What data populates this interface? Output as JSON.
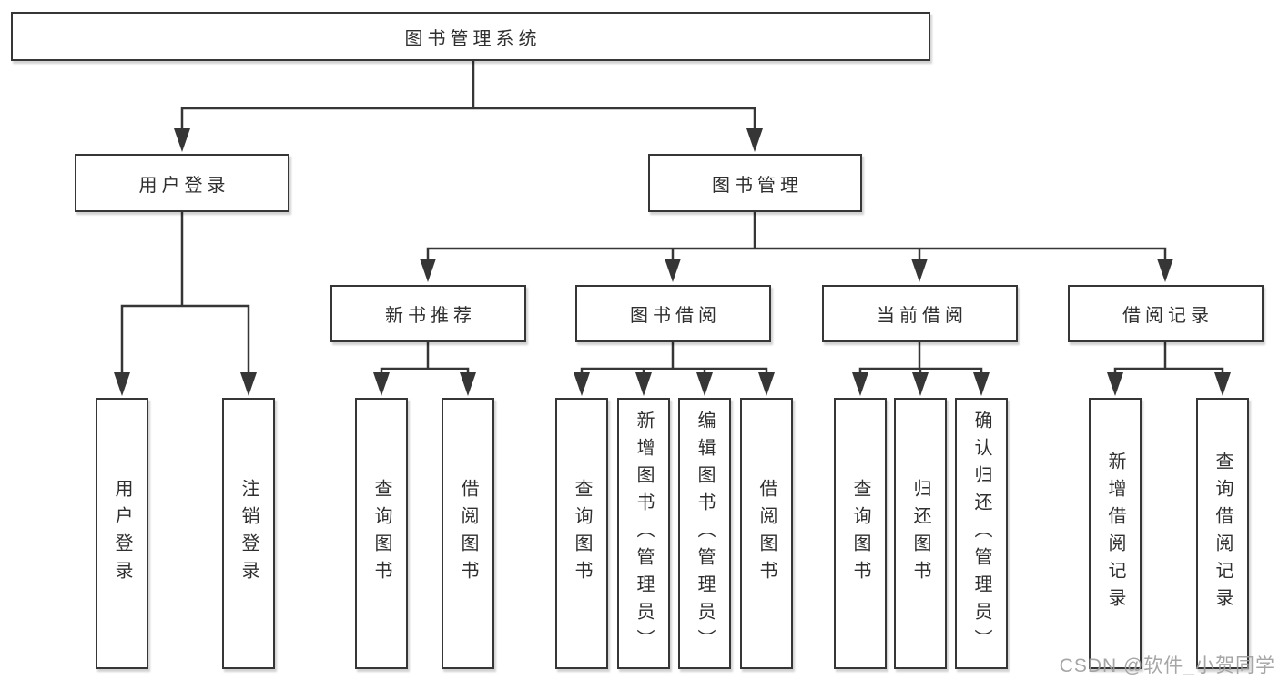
{
  "diagram": {
    "root": "图书管理系统",
    "branches": [
      {
        "label": "用户登录",
        "children": [
          "用户登录",
          "注销登录"
        ]
      },
      {
        "label": "图书管理",
        "children": [
          {
            "label": "新书推荐",
            "children": [
              "查询图书",
              "借阅图书"
            ]
          },
          {
            "label": "图书借阅",
            "children": [
              "查询图书",
              "新增图书（管理员）",
              "编辑图书（管理员）",
              "借阅图书"
            ]
          },
          {
            "label": "当前借阅",
            "children": [
              "查询图书",
              "归还图书",
              "确认归还（管理员）"
            ]
          },
          {
            "label": "借阅记录",
            "children": [
              "新增借阅记录",
              "查询借阅记录"
            ]
          }
        ]
      }
    ]
  },
  "colors": {
    "line": "#363636",
    "box_border": "#363636",
    "background": "#ffffff",
    "watermark": "#9e9e9e"
  },
  "watermark": {
    "text": "CSDN @软件_小贺同学"
  }
}
